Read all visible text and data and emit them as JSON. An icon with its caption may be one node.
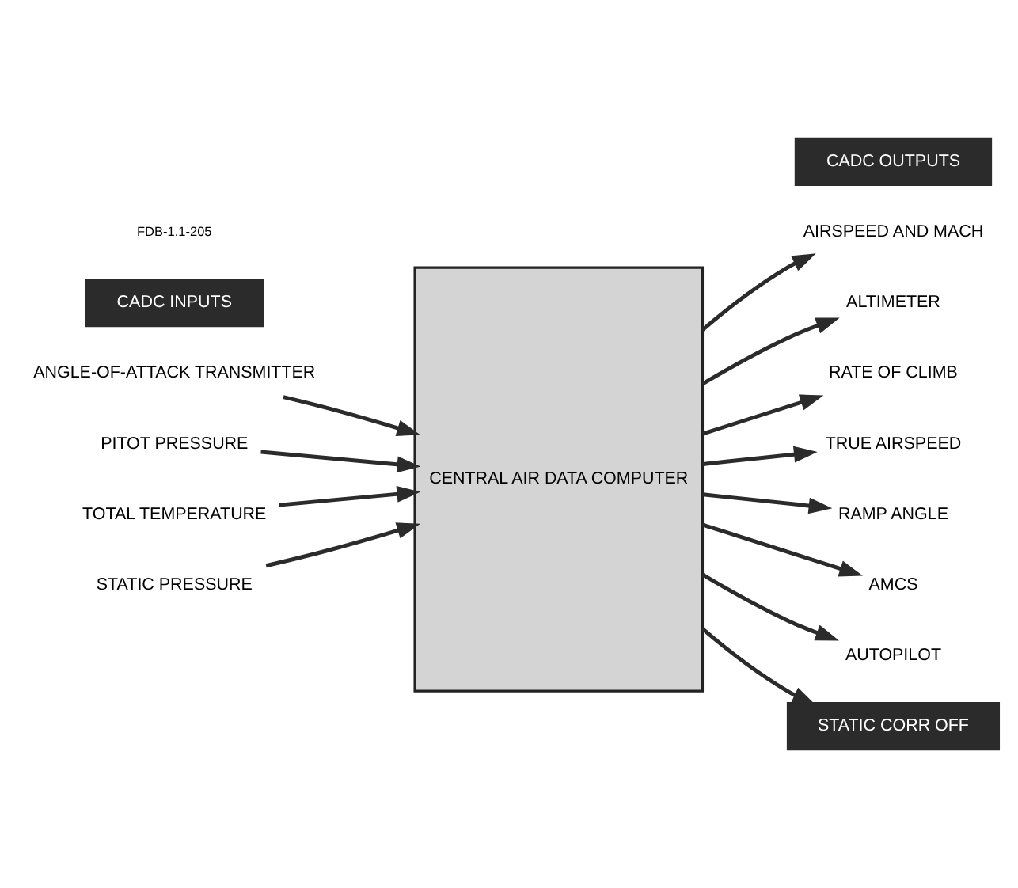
{
  "diagram": {
    "nodes": [
      {
        "text": [
          "CADC INPUTS"
        ]
      },
      {
        "text": [
          "CADC OUTPUTS"
        ]
      },
      {
        "text": [
          "ANGLE-OF-ATTACK TRANSMITTER"
        ]
      },
      {
        "text": [
          "PITOT PRESSURE"
        ]
      },
      {
        "text": [
          "TOTAL TEMPERATURE"
        ]
      },
      {
        "text": [
          "STATIC PRESSURE"
        ]
      },
      {
        "text": [
          "CENTRAL AIR DATA COMPUTER"
        ]
      },
      {
        "text": [
          "AIRSPEED AND MACH"
        ]
      },
      {
        "text": [
          "ALTIMETER"
        ]
      },
      {
        "text": [
          "RATE OF CLIMB"
        ]
      },
      {
        "text": [
          "TRUE AIRSPEED"
        ]
      },
      {
        "text": [
          "RAMP ANGLE"
        ]
      },
      {
        "text": [
          "AMCS"
        ]
      },
      {
        "text": [
          "AUTOPILOT"
        ]
      },
      {
        "text": [
          "STATIC CORR OFF"
        ]
      }
    ],
    "edges": [
      {
        "from": 2,
        "to": 6,
        "arrow": "to"
      },
      {
        "from": 3,
        "to": 6,
        "arrow": "to"
      },
      {
        "from": 4,
        "to": 6,
        "arrow": "to"
      },
      {
        "from": 5,
        "to": 6,
        "arrow": "to"
      },
      {
        "from": 6,
        "to": 7,
        "arrow": "to"
      },
      {
        "from": 6,
        "to": 8,
        "arrow": "to"
      },
      {
        "from": 6,
        "to": 9,
        "arrow": "to"
      },
      {
        "from": 6,
        "to": 10,
        "arrow": "to"
      },
      {
        "from": 6,
        "to": 11,
        "arrow": "to"
      },
      {
        "from": 6,
        "to": 12,
        "arrow": "to"
      },
      {
        "from": 6,
        "to": 13,
        "arrow": "to"
      },
      {
        "from": 6,
        "to": 14,
        "arrow": "to"
      }
    ],
    "labels": [
      "FDB-1.1-205"
    ]
  }
}
